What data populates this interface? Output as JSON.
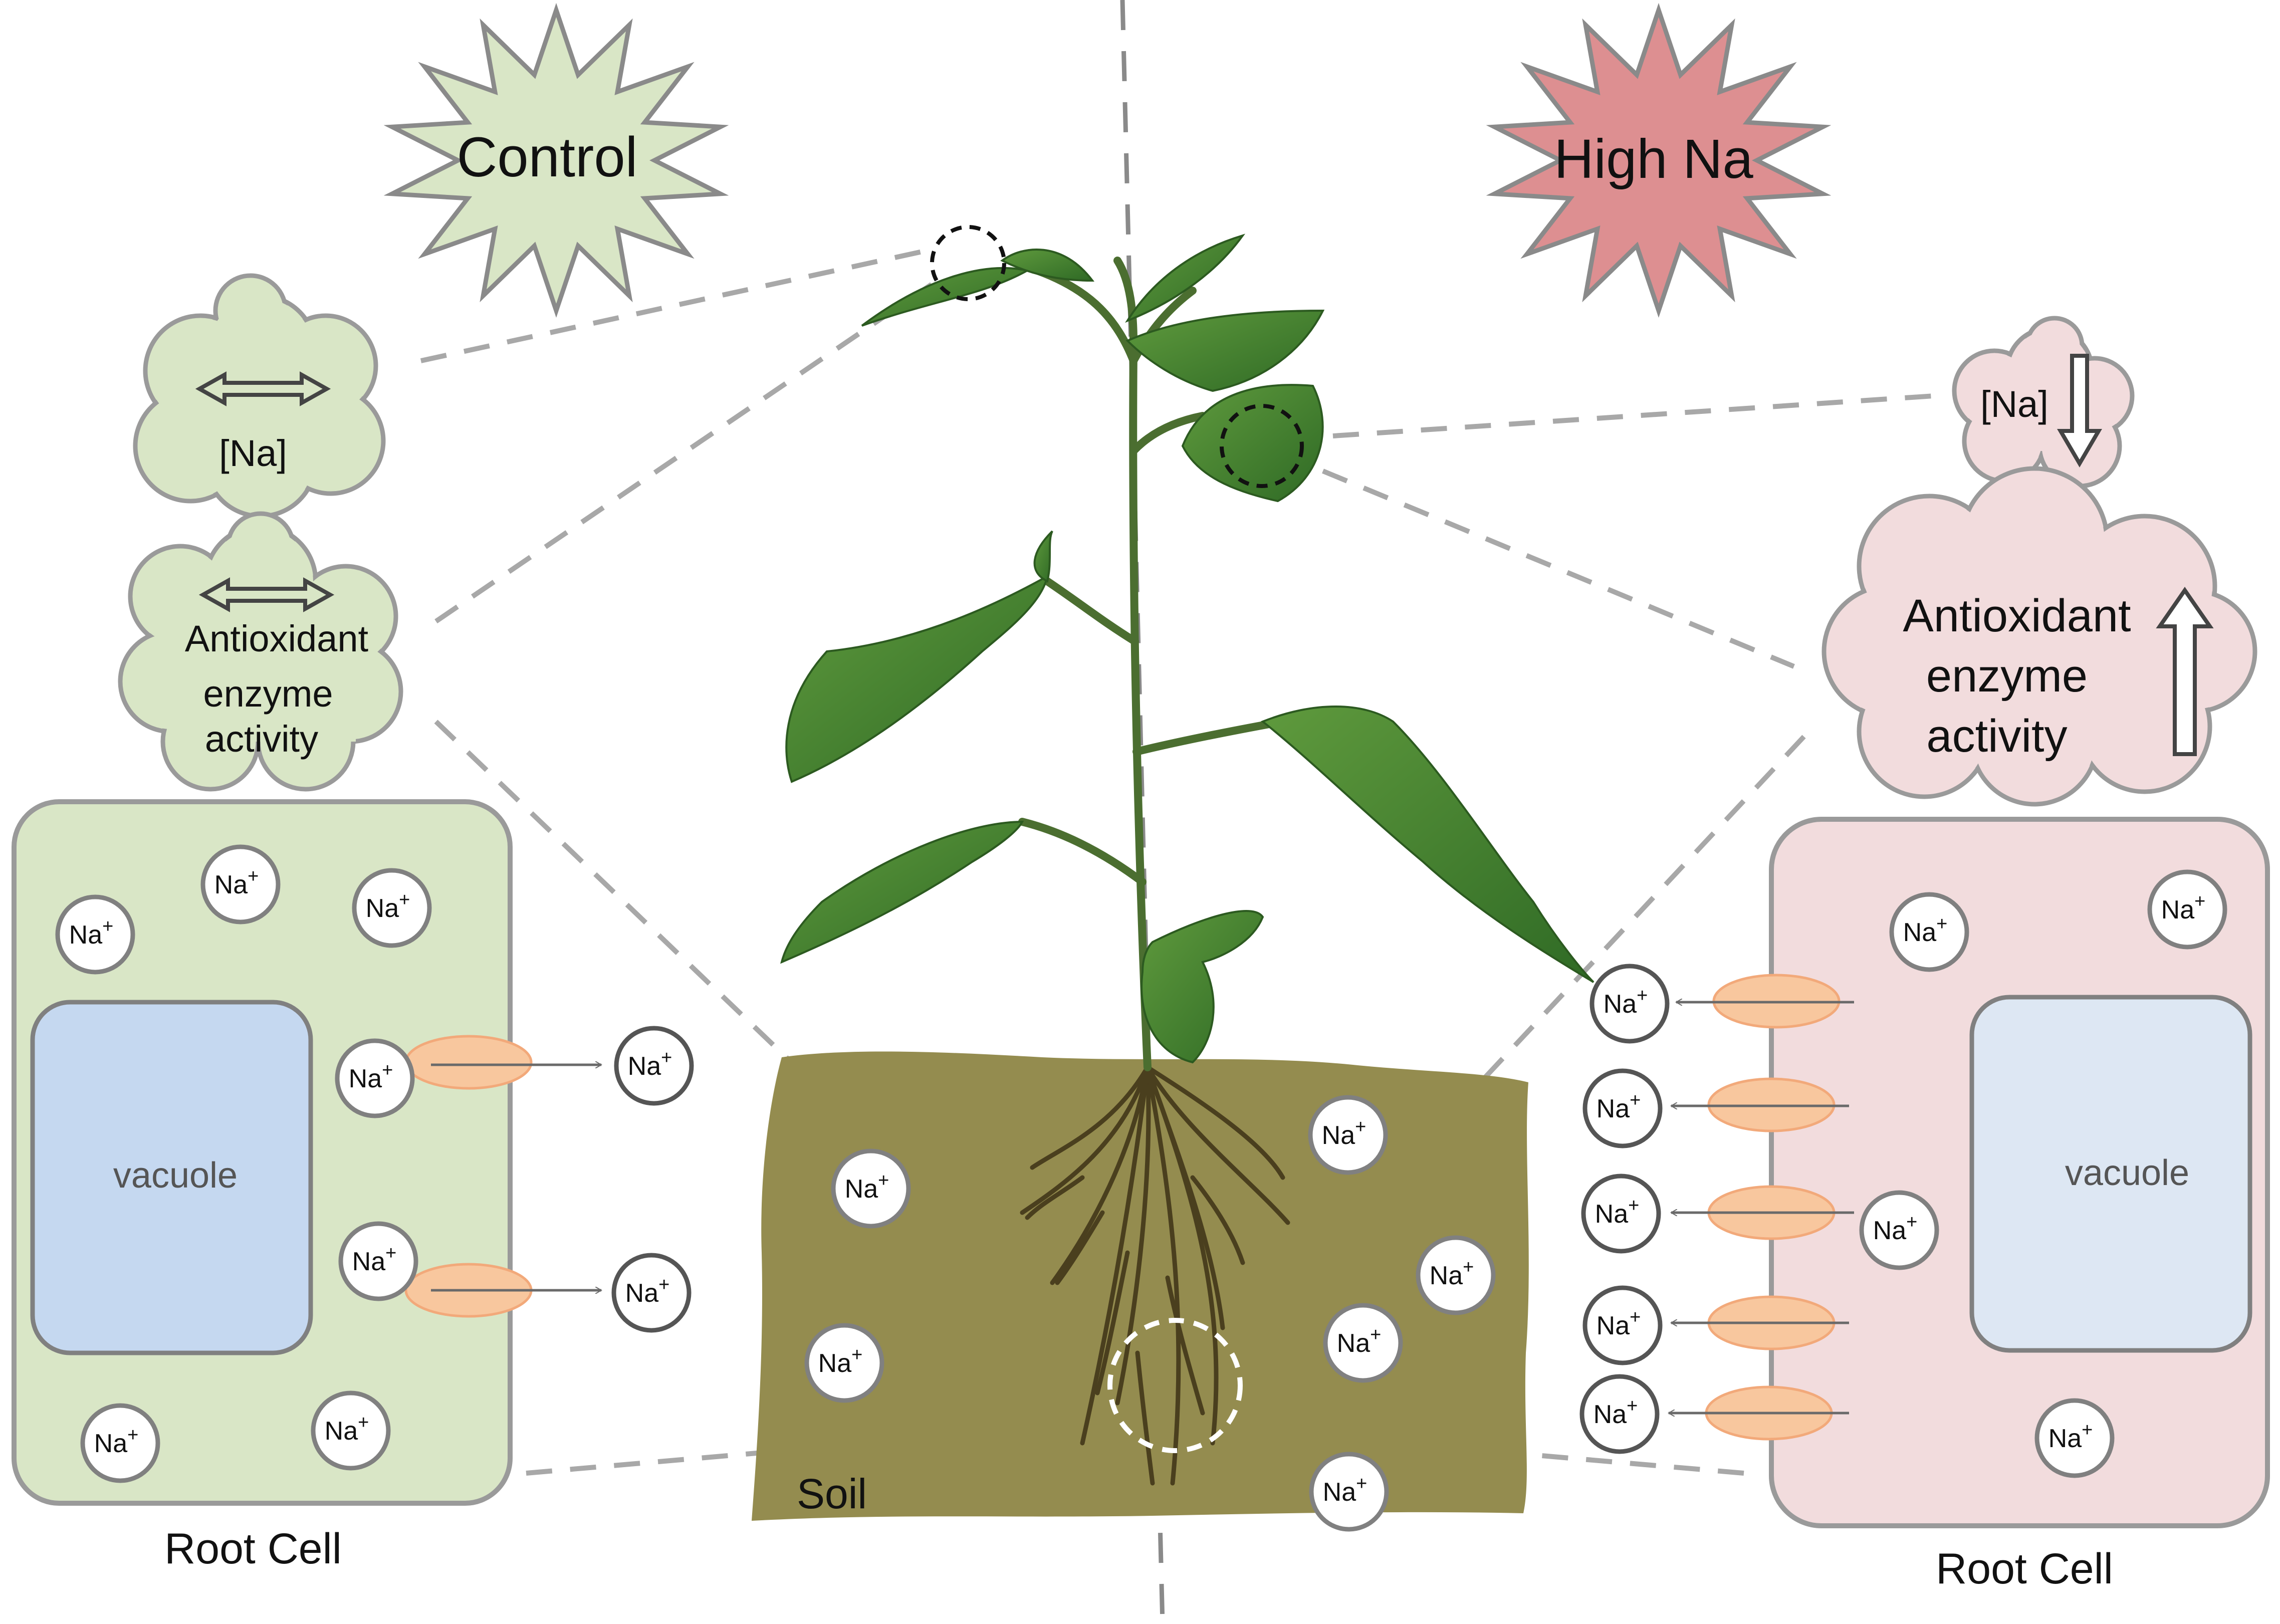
{
  "conditions": {
    "control": {
      "label": "Control",
      "color": "#d9e6c6"
    },
    "high_na": {
      "label": "High Na",
      "color": "#dd8f91"
    }
  },
  "control_panel": {
    "na_cloud_label": "[Na]",
    "enzyme_cloud_label_lines": [
      "Antioxidant",
      "enzyme",
      "activity"
    ],
    "vacuole_label": "vacuole",
    "cell_label": "Root Cell",
    "cell_color": "#d9e6c6",
    "vacuole_color": "#c5d8f0"
  },
  "high_na_panel": {
    "na_cloud_label": "[Na]",
    "enzyme_cloud_label_lines": [
      "Antioxidant",
      "enzyme",
      "activity"
    ],
    "vacuole_label": "vacuole",
    "cell_label": "Root Cell",
    "cell_color": "#f2dcdd",
    "vacuole_color": "#dde7f3"
  },
  "soil": {
    "label": "Soil",
    "color": "#948c4f"
  },
  "ion": {
    "label_base": "Na",
    "label_charge": "+"
  },
  "transporter_color": "#f8c79e",
  "arrow_icons": {
    "control_na": "double-arrow-icon",
    "control_enzyme": "double-arrow-icon",
    "high_na_na": "down-arrow-icon",
    "high_na_enzyme": "up-arrow-icon"
  }
}
